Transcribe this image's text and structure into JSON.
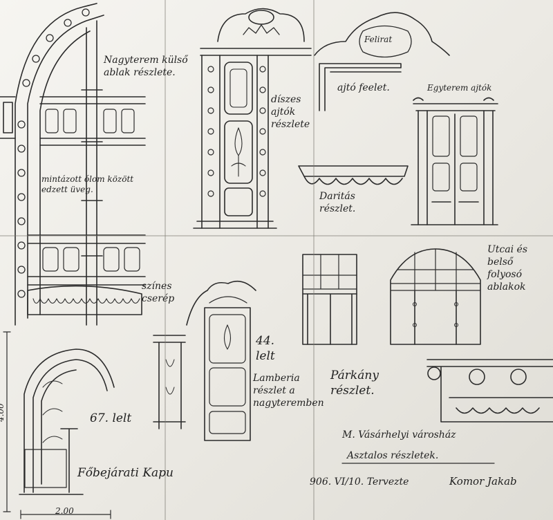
{
  "labels": {
    "window_detail": "Nagyterem külső\nablak részlete.",
    "window_glass": "mintázott ólom között\nedzett üveg.",
    "roof_tile": "színes\ncserép",
    "door_detail": "díszes\najtók\nrészlete",
    "felirat": "Felirat",
    "door_top": "ajtó feelet.",
    "hall_doors": "Egyterem ajtók",
    "canopy": "Daritás\nrészlet.",
    "street_windows": "Utcai és\nbelső\nfolyosó\nablakok",
    "plate44": "44.\nlelt",
    "panel": "Lamberia\nrészlet a\nnagyteremben",
    "cornice": "Párkány\nrészlet.",
    "plate67": "67. lelt",
    "main_gate": "Főbejárati Kapu",
    "town_hall": "M. Vásárhelyi városház",
    "carpentry": "Asztalos részletek.",
    "date": "906. VI/10. Tervezte",
    "signature": "Komor Jakab",
    "scale_400": "4.00",
    "scale_200": "2.00"
  },
  "colors": {
    "paper": "#f1efe9",
    "ink": "#2a2a2a",
    "fold": "#8a887f"
  }
}
